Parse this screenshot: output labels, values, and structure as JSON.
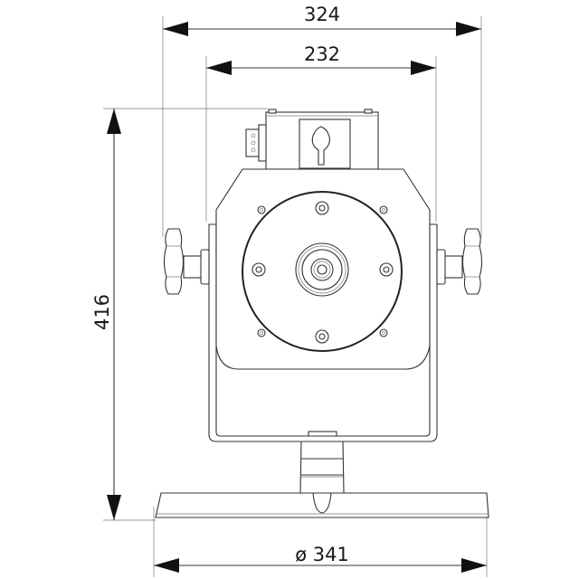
{
  "dimensions": {
    "overall_width": "324",
    "body_width": "232",
    "height": "416",
    "base_diameter": "ø 341"
  },
  "colors": {
    "line": "#333333",
    "arrow": "#111111"
  }
}
